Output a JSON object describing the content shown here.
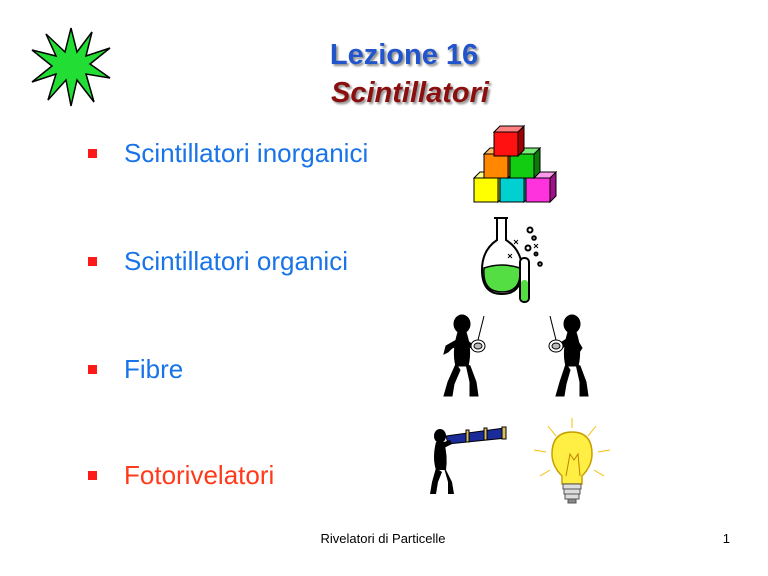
{
  "slide": {
    "title_line1": "Lezione 16",
    "title_line2": "Scintillatori",
    "bullets": [
      "Scintillatori inorganici",
      "Scintillatori organici",
      "Fibre",
      "Fotorivelatori"
    ],
    "footer": "Rivelatori di Particelle",
    "page_number": "1"
  },
  "icons": {
    "starburst": "green-starburst-icon",
    "cubes": "stacked-cubes-icon",
    "flask": "chemistry-flask-icon",
    "conversation": "two-figures-with-cans-icon",
    "telescope": "figure-with-telescope-icon",
    "bulb": "light-bulb-icon"
  },
  "colors": {
    "title1": "#2255cc",
    "title2": "#8b0f0f",
    "bullet_text": "#1874e8",
    "bullet_highlight": "#ff3a1a",
    "bullet_marker": "#ff1a1a",
    "starburst": "#22dd33"
  }
}
